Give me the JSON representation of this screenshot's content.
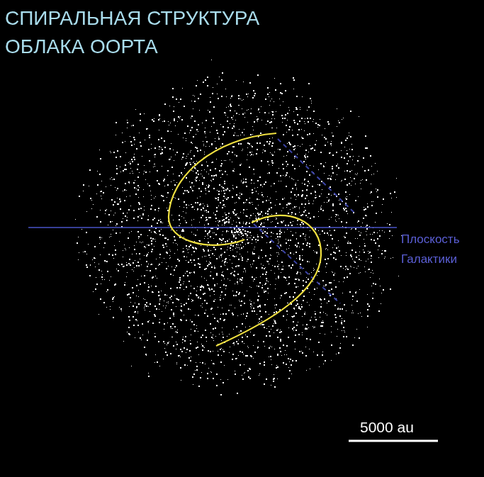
{
  "diagram": {
    "title": "СПИРАЛЬНАЯ СТРУКТУРА ОБЛАКА ООРТА",
    "labels": [
      "Плоскость Галактики",
      "5000 au"
    ]
  }
}
